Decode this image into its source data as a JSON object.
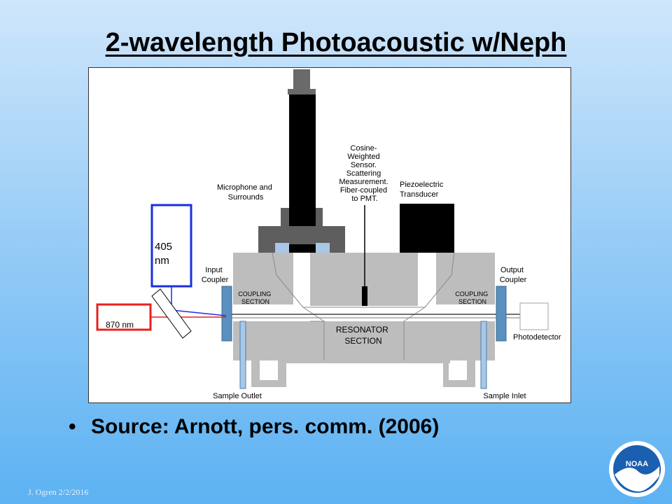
{
  "slide": {
    "title": "2-wavelength Photoacoustic w/Neph",
    "bullet": "Source: Arnott, pers. comm. (2006)",
    "footer": "J. Ogren  2/2/2016",
    "logo_text": "NOAA"
  },
  "diagram": {
    "labels": {
      "microphone": [
        "Microphone and",
        "Surrounds"
      ],
      "sensor": [
        "Cosine-",
        "Weighted",
        "Sensor.",
        "Scattering",
        "Measurement.",
        "Fiber-coupled",
        "to PMT."
      ],
      "piezo": [
        "Piezoelectric",
        "Transducer"
      ],
      "input_coupler": [
        "Input",
        "Coupler"
      ],
      "output_coupler": [
        "Output",
        "Coupler"
      ],
      "coupling_left": [
        "COUPLING",
        "SECTION"
      ],
      "coupling_right": [
        "COUPLING",
        "SECTION"
      ],
      "resonator": [
        "RESONATOR",
        "SECTION"
      ],
      "photodetector": "Photodetector",
      "sample_outlet": "Sample Outlet",
      "sample_inlet": "Sample Inlet",
      "laser_405": [
        "405",
        "nm"
      ],
      "laser_870": "870 nm"
    },
    "colors": {
      "laser_405": "#1a2fe0",
      "laser_870": "#e82020",
      "body": "#bdbdbd",
      "outline": "#9a9a9a",
      "dark": "#000000",
      "mic_mount": "#5e5e5e",
      "coupler": "#5a90bf",
      "window": "#a9c7e6"
    }
  }
}
